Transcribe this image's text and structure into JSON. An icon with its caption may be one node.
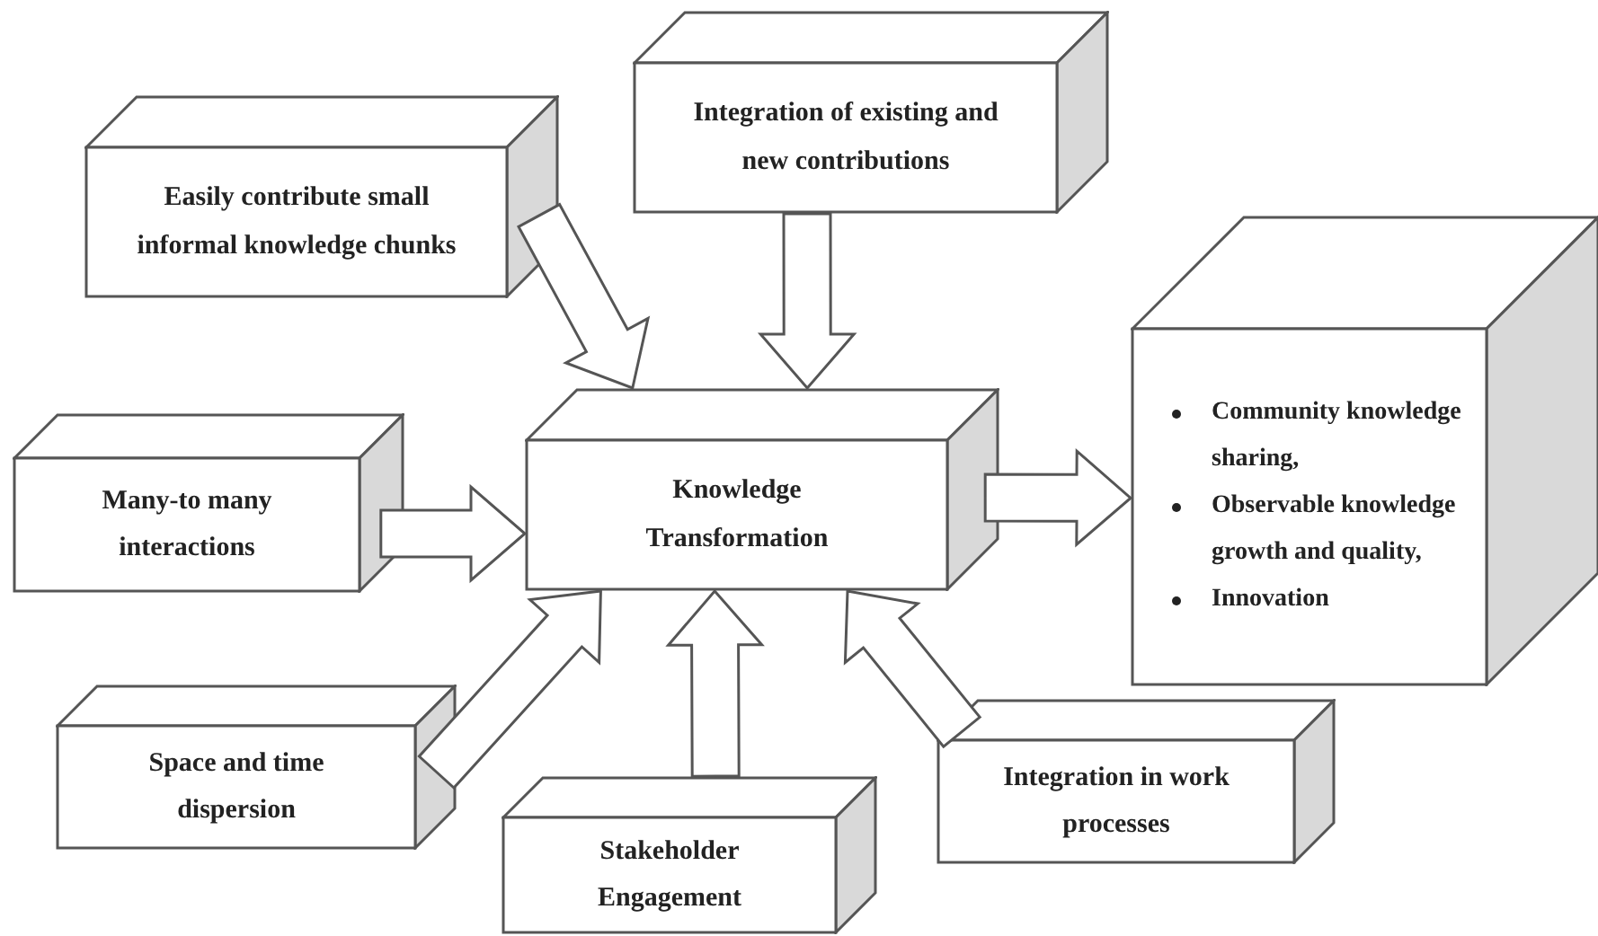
{
  "diagram": {
    "nodes": [
      {
        "text": [
          "Integration of existing and new contributions"
        ]
      },
      {
        "text": [
          "Easily contribute small informal knowledge chunks"
        ]
      },
      {
        "text": [
          "Many-to many interactions"
        ]
      },
      {
        "text": [
          "Knowledge Transformation"
        ]
      },
      {
        "text": [
          "Community knowledge sharing,",
          "Observable knowledge growth and quality,",
          "Innovation"
        ]
      },
      {
        "text": [
          "Space and time dispersion"
        ]
      },
      {
        "text": [
          "Integration in work processes"
        ]
      },
      {
        "text": [
          "Stakeholder Engagement"
        ]
      }
    ],
    "edges": [
      {
        "from": 1,
        "to": 3,
        "arrow": "to"
      },
      {
        "from": 0,
        "to": 3,
        "arrow": "to"
      },
      {
        "from": 2,
        "to": 3,
        "arrow": "to"
      },
      {
        "from": 3,
        "to": 4,
        "arrow": "to"
      },
      {
        "from": 5,
        "to": 3,
        "arrow": "to"
      },
      {
        "from": 7,
        "to": 3,
        "arrow": "to"
      },
      {
        "from": 6,
        "to": 3,
        "arrow": "to"
      }
    ]
  }
}
